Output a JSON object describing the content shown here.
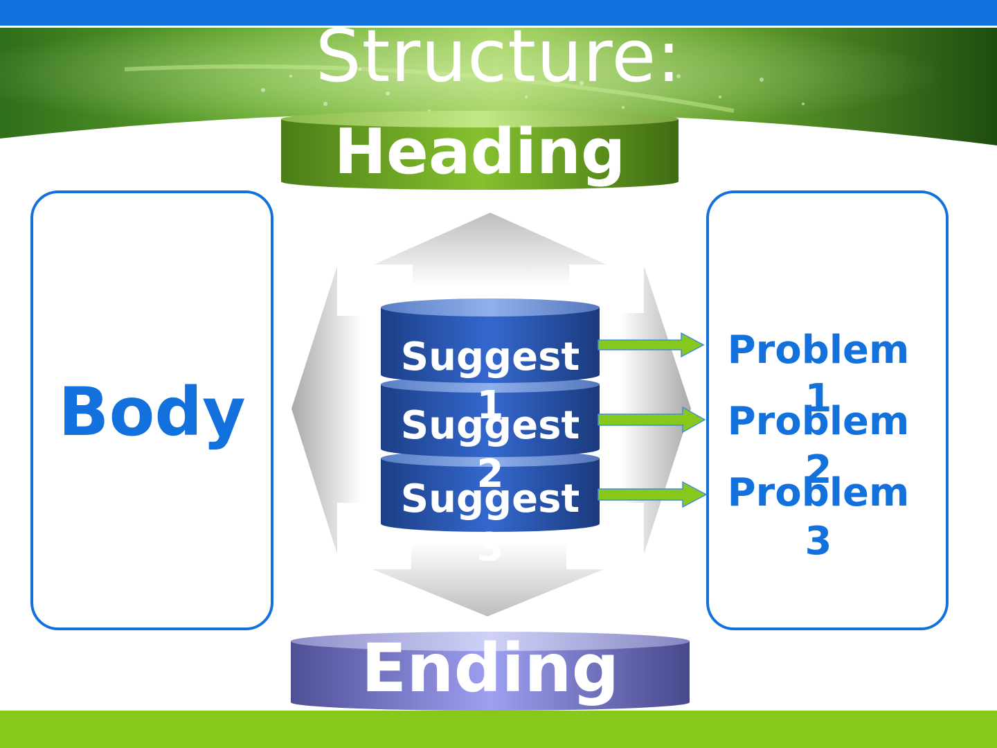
{
  "slide": {
    "title": "Structure:",
    "heading": "Heading",
    "body": "Body",
    "ending": "Ending",
    "suggestions": [
      "Suggest 1",
      "Suggest 2",
      "Suggest 3"
    ],
    "problems": [
      "Problem 1",
      "Problem 2",
      "Problem 3"
    ]
  },
  "colors": {
    "top_bar": "#1271dc",
    "bottom_bar": "#88c81d",
    "box_border": "#1271dc",
    "text_blue": "#1271dc",
    "heading_cylinder": "#7ab82a",
    "suggest_cylinder": "#2a5fc4",
    "ending_cylinder": "#8c8ee0",
    "connector_arrow": "#88c81d"
  }
}
